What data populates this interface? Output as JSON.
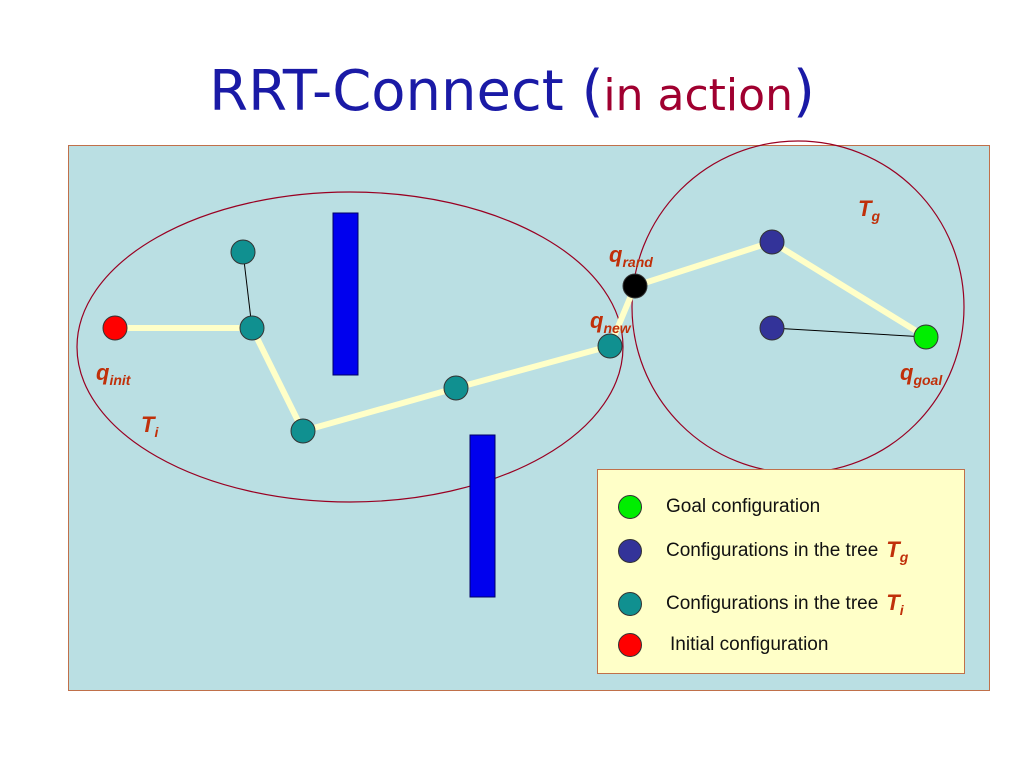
{
  "title": {
    "main": "RRT-Connect",
    "open": "(",
    "sub": "in action",
    "close": ")"
  },
  "labels": {
    "q_init": {
      "base": "q",
      "sub": "init"
    },
    "q_goal": {
      "base": "q",
      "sub": "goal"
    },
    "q_rand": {
      "base": "q",
      "sub": "rand"
    },
    "q_new": {
      "base": "q",
      "sub": "new"
    },
    "T_i": {
      "base": "T",
      "sub": "i"
    },
    "T_g": {
      "base": "T",
      "sub": "g"
    }
  },
  "legend": {
    "items": [
      {
        "text": "Goal configuration",
        "color": "#00ee00"
      },
      {
        "text": "Configurations in the tree",
        "tree_base": "T",
        "tree_sub": "g",
        "color": "#333399"
      },
      {
        "text": "Configurations in the tree",
        "tree_base": "T",
        "tree_sub": "i",
        "color": "#109090"
      },
      {
        "text": "Initial configuration",
        "color": "#ff0000"
      }
    ]
  },
  "colors": {
    "init": "#ff0000",
    "goal": "#00ee00",
    "tree_i": "#109090",
    "tree_g": "#333399",
    "rand": "#000000",
    "obstacle": "#0000ee",
    "path": "#ffffc8",
    "region": "#990022"
  }
}
